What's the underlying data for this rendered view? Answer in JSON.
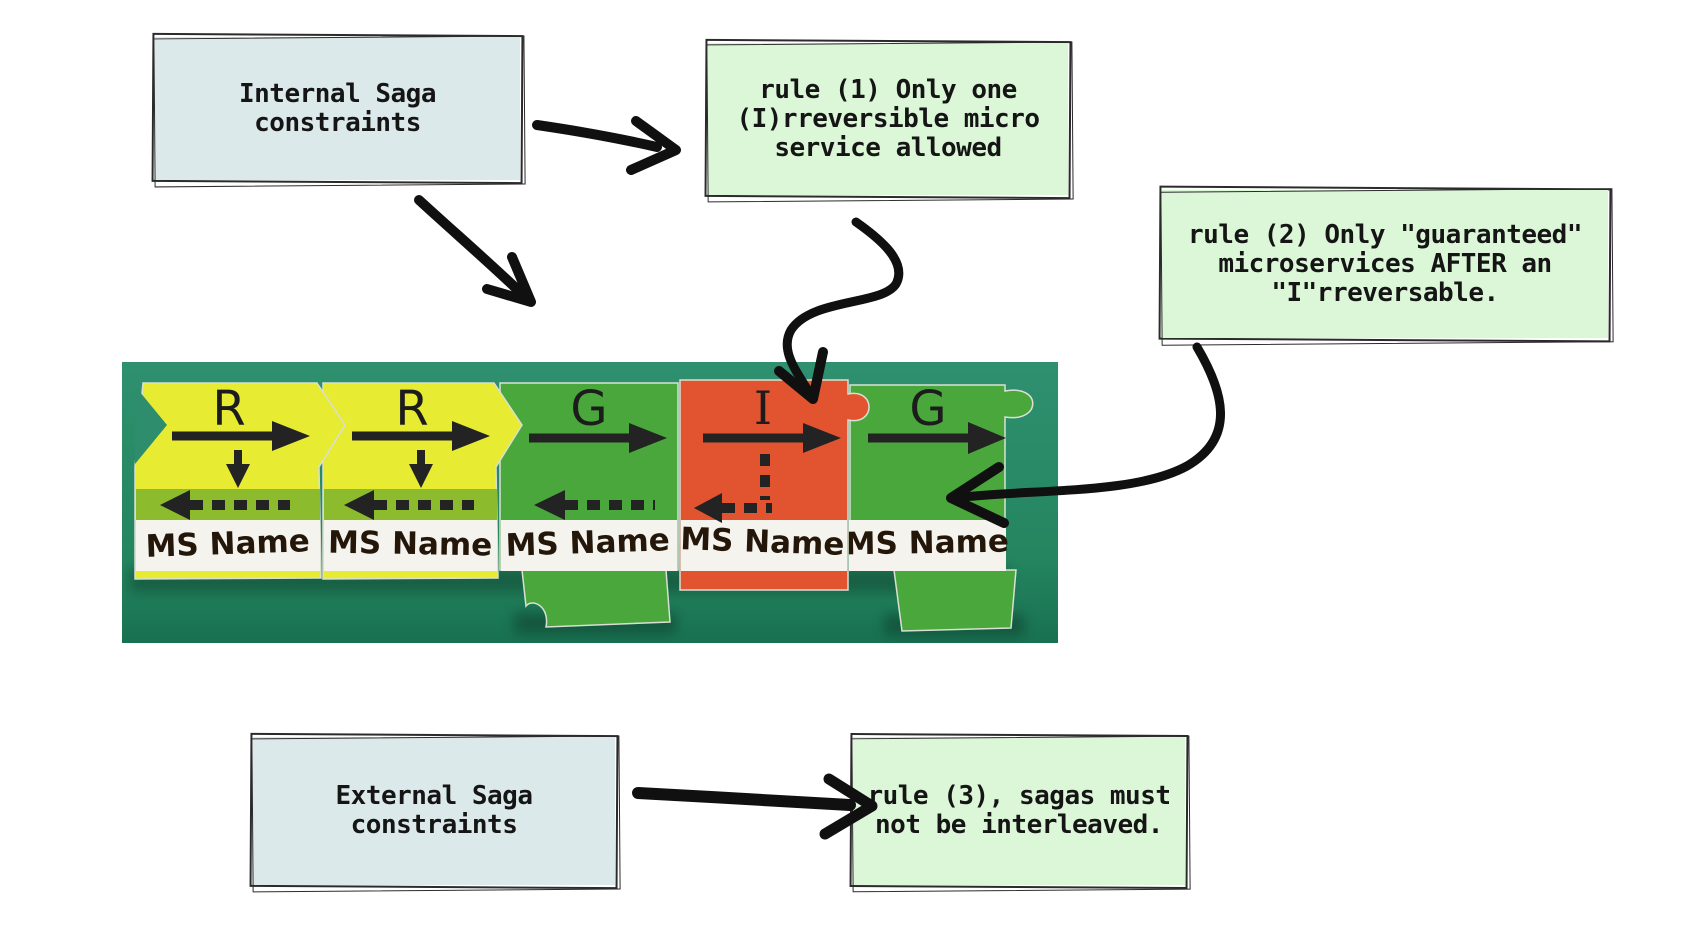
{
  "boxes": {
    "internal": {
      "lines": [
        "Internal Saga",
        "constraints"
      ],
      "fill": "#dce9ea"
    },
    "rule1": {
      "lines": [
        "rule (1) Only one",
        "(I)rreversible micro",
        "service allowed"
      ],
      "fill": "#dbf7d8"
    },
    "rule2": {
      "lines": [
        "rule (2) Only \"guaranteed\"",
        "microservices AFTER an",
        "\"I\"rreversable."
      ],
      "fill": "#dbf7d8"
    },
    "external": {
      "lines": [
        "External Saga",
        "constraints"
      ],
      "fill": "#dce9ea"
    },
    "rule3": {
      "lines": [
        "rule (3), sagas must",
        "not be interleaved."
      ],
      "fill": "#dbf7d8"
    }
  },
  "photo": {
    "ms_label": "MS Name",
    "pieces": [
      {
        "label": "R",
        "color": "#e7eb31"
      },
      {
        "label": "R",
        "color": "#e7eb31"
      },
      {
        "label": "G",
        "color": "#4aa73c"
      },
      {
        "label": "I",
        "color": "#e2542f"
      },
      {
        "label": "G",
        "color": "#4aa73c"
      }
    ],
    "colors": {
      "felt_background": "#2d8c68",
      "compensation_band": "#8cbb2e",
      "name_band": "#f4f3ee",
      "ink": "#232323"
    }
  },
  "arrows": [
    {
      "from": "internal-saga-constraints",
      "to": "rule-1"
    },
    {
      "from": "internal-saga-constraints",
      "to": "saga-puzzle-photo"
    },
    {
      "from": "rule-1",
      "to": "irreversible-piece"
    },
    {
      "from": "rule-2",
      "to": "guaranteed-piece-5"
    },
    {
      "from": "external-saga-constraints",
      "to": "rule-3"
    }
  ],
  "theme": {
    "border": "#2b2b2b",
    "arrow_ink": "#101010",
    "text_ink": "#151515"
  }
}
